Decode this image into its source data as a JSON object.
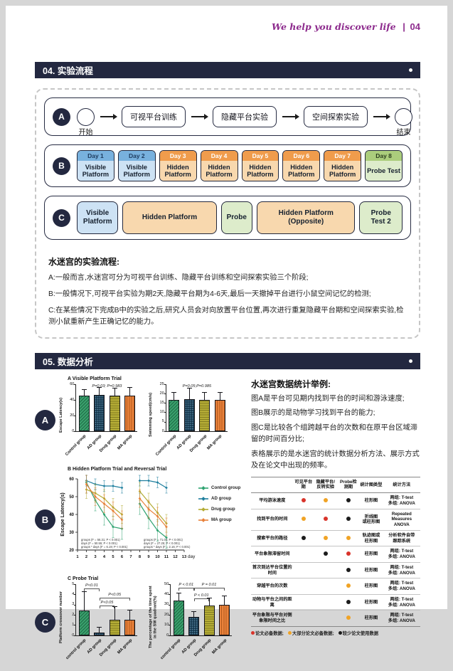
{
  "page": {
    "header_script": "We help you discover life",
    "header_sep": "|",
    "header_page": "04"
  },
  "section04": {
    "title": "04. 实验流程"
  },
  "section05": {
    "title": "05. 数据分析"
  },
  "flow": {
    "a": {
      "badge": "A",
      "start": "开始",
      "end": "结束",
      "steps": [
        "可视平台训练",
        "隐藏平台实验",
        "空间探索实验"
      ]
    },
    "b": {
      "badge": "B",
      "days": [
        {
          "day": "Day 1",
          "label": "Visible Platform",
          "type": "visible"
        },
        {
          "day": "Day 2",
          "label": "Visible Platform",
          "type": "visible"
        },
        {
          "day": "Day 3",
          "label": "Hidden Platform",
          "type": "hidden"
        },
        {
          "day": "Day 4",
          "label": "Hidden Platform",
          "type": "hidden"
        },
        {
          "day": "Day 5",
          "label": "Hidden Platform",
          "type": "hidden"
        },
        {
          "day": "Day 6",
          "label": "Hidden Platform",
          "type": "hidden"
        },
        {
          "day": "Day 7",
          "label": "Hidden Platform",
          "type": "hidden"
        },
        {
          "day": "Day 8",
          "label": "Probe Test",
          "type": "probe"
        }
      ]
    },
    "c": {
      "badge": "C",
      "blocks": [
        {
          "label": "Visible Platform",
          "type": "visible",
          "w": 1.15
        },
        {
          "label": "Hidden Platform",
          "type": "hidden",
          "w": 2.9
        },
        {
          "label": "Probe",
          "type": "probe",
          "w": 0.82
        },
        {
          "label": "Hidden Platform (Opposite)",
          "type": "hidden",
          "w": 3.05
        },
        {
          "label": "Probe Test 2",
          "type": "probe",
          "w": 1.2
        }
      ]
    }
  },
  "process_text": {
    "title": "水迷宫的实验流程:",
    "lines": [
      "A:一般而言,水迷宫可分为可视平台训练、隐藏平台训练和空间探索实验三个阶段;",
      "B:一般情况下,可视平台实验为期2天,隐藏平台期为4-6天,最后一天撤掉平台进行小鼠空间记忆的检测;",
      "C:在某些情况下完成B中的实验之后,研究人员会对向放置平台位置,再次进行重复隐藏平台期和空间探索实验,检测小鼠重新产生正确记忆的能力。"
    ]
  },
  "analysis_text": {
    "title": "水迷宫数据统计举例:",
    "lines": [
      "图A是平台可见期内找到平台的时间和游泳速度;",
      "图B展示的是动物学习找到平台的能力;",
      "图C是比较各个组跨越平台的次数和在原平台区域滞留的时间百分比;",
      "表格展示的是水迷宫的统计数据分析方法、展示方式及在论文中出现的频率。"
    ]
  },
  "group_styles": [
    {
      "name": "Control group",
      "fill": "#3aa06d",
      "line": "#1e6b45",
      "hatch": "diag"
    },
    {
      "name": "AD group",
      "fill": "#17394f",
      "line": "#5d89a4",
      "hatch": "dots"
    },
    {
      "name": "Drug group",
      "fill": "#b5ad36",
      "line": "#827c20",
      "hatch": "horiz"
    },
    {
      "name": "MA group",
      "fill": "#e9823c",
      "line": "#b2591c",
      "hatch": "vert"
    }
  ],
  "chart_data": [
    {
      "type": "bar",
      "panel": "A",
      "title": "A Visible Platform Trial",
      "categories": [
        "Control group",
        "AD group",
        "Drug group",
        "MA group"
      ],
      "subplots": [
        {
          "ylabel": "Escape Latency(s)",
          "ylim": [
            0,
            60
          ],
          "yticks": [
            0,
            20,
            40,
            60
          ],
          "annotation": "P=0.03; P=0.983",
          "values": [
            45,
            46,
            45,
            45
          ],
          "errors": [
            8,
            9,
            9,
            10
          ],
          "sig": []
        },
        {
          "ylabel": "Swimming speed(cm/s)",
          "ylim": [
            0,
            25
          ],
          "yticks": [
            0,
            5,
            10,
            15,
            20,
            25
          ],
          "annotation": "P=0.05;P=0.985",
          "values": [
            16.5,
            17,
            16.5,
            16.5
          ],
          "errors": [
            4,
            5.5,
            4,
            4
          ],
          "sig": []
        }
      ]
    },
    {
      "type": "line",
      "panel": "B",
      "title": "B Hidden Platform Trial and Reversal Trial",
      "ylabel": "Escape Latency(s)",
      "xlabel": "day",
      "ylim": [
        20,
        60
      ],
      "yticks": [
        20,
        30,
        40,
        50,
        60
      ],
      "xticks": [
        1,
        2,
        3,
        4,
        5,
        6,
        7,
        8,
        9,
        10,
        11,
        12,
        13
      ],
      "series": [
        {
          "name": "Control group",
          "color": "#2fa371",
          "x1": [
            2,
            3,
            4,
            5,
            6
          ],
          "y1": [
            58,
            48,
            40,
            33,
            32
          ],
          "x2": [
            8,
            9,
            10,
            11
          ],
          "y2": [
            46,
            38,
            31,
            27
          ],
          "err": 6
        },
        {
          "name": "AD group",
          "color": "#1f7f9e",
          "x1": [
            2,
            3,
            4,
            5,
            6
          ],
          "y1": [
            59,
            57,
            56,
            56,
            55
          ],
          "x2": [
            8,
            9,
            10,
            11
          ],
          "y2": [
            59,
            59,
            58,
            55
          ],
          "err": 3
        },
        {
          "name": "Drug group",
          "color": "#b3ab33",
          "x1": [
            2,
            3,
            4,
            5,
            6
          ],
          "y1": [
            54,
            52,
            49,
            44,
            40
          ],
          "x2": [
            8,
            9,
            10,
            11
          ],
          "y2": [
            53,
            47,
            41,
            35
          ],
          "err": 5
        },
        {
          "name": "MA group",
          "color": "#e8813a",
          "x1": [
            2,
            3,
            4,
            5,
            6
          ],
          "y1": [
            57,
            50,
            46,
            42,
            37
          ],
          "x2": [
            8,
            9,
            10,
            11
          ],
          "y2": [
            49,
            43,
            39,
            33
          ],
          "err": 5
        }
      ],
      "stats_left": [
        "groups (F = 56.31; P < 0.001)",
        "days (F = 50.55; P < 0.001)",
        "groups * days (F = 6.19; P < 0.001)"
      ],
      "stats_right": [
        "groups (F = 71.04; P < 0.001)",
        "days (F = 27.25; P < 0.001)",
        "groups * days (F = 2.16; P < 0.001)"
      ]
    },
    {
      "type": "bar",
      "panel": "C",
      "title": "C Probe Trial",
      "categories": [
        "control group",
        "AD group",
        "Drug group",
        "MA group"
      ],
      "subplots": [
        {
          "ylabel": "Platform crossover number",
          "ylim": [
            0,
            5
          ],
          "yticks": [
            0,
            1,
            2,
            3,
            4,
            5
          ],
          "annotation": "",
          "values": [
            2.4,
            0.3,
            1.5,
            1.5
          ],
          "errors": [
            1.8,
            0.45,
            1.25,
            0.95
          ],
          "sig": [
            {
              "a": 0,
              "b": 1,
              "label": "P<0.01",
              "h": 0.92
            },
            {
              "a": 1,
              "b": 3,
              "label": "P<0.05",
              "h": 0.74
            },
            {
              "a": 1,
              "b": 2,
              "label": "P<0.05",
              "h": 0.58
            }
          ]
        },
        {
          "ylabel": "The percentage of the time spent in the SW quadrant(%)",
          "ylim": [
            0,
            50
          ],
          "yticks": [
            0,
            10,
            20,
            30,
            40,
            50
          ],
          "annotation": "",
          "values": [
            34,
            18,
            29,
            30
          ],
          "errors": [
            7,
            5,
            7,
            8
          ],
          "sig": [
            {
              "a": 0,
              "b": 1,
              "label": "P < 0.01",
              "h": 0.93
            },
            {
              "a": 1,
              "b": 2,
              "label": "P < 0.01",
              "h": 0.72
            },
            {
              "a": 1,
              "b": 3,
              "label": "P = 0.01",
              "h": 0.93
            }
          ]
        }
      ]
    }
  ],
  "table": {
    "headers": [
      "",
      "可见平台期",
      "隐藏平台/反转实验",
      "Probe检测期",
      "统计图类型",
      "统计方法"
    ],
    "rows": [
      {
        "name": "平均游泳速度",
        "dots": [
          "red",
          "yellow",
          "black"
        ],
        "chart": [
          "柱形图"
        ],
        "method": [
          "两组: T-test",
          "多组: ANOVA"
        ]
      },
      {
        "name": "找到平台的时间",
        "dots": [
          "yellow",
          "red",
          "black"
        ],
        "chart": [
          "折线图",
          "或柱形图"
        ],
        "method": [
          "Repeated",
          "Measures ANOVA"
        ]
      },
      {
        "name": "搜索平台的路径",
        "dots": [
          "black",
          "yellow",
          "yellow"
        ],
        "chart": [
          "轨迹图或",
          "柱形图"
        ],
        "method": [
          "分析软件自带",
          "跟踪系统"
        ]
      },
      {
        "name": "平台象限滞留时间",
        "dots": [
          "",
          "black",
          "red"
        ],
        "chart": [
          "柱形图"
        ],
        "method": [
          "两组: T-test",
          "多组: ANOVA"
        ]
      },
      {
        "name": "首次到达平台位置的时间",
        "dots": [
          "",
          "",
          "black"
        ],
        "chart": [
          "柱形图"
        ],
        "method": [
          "两组: T-test",
          "多组: ANOVA"
        ]
      },
      {
        "name": "穿越平台的次数",
        "dots": [
          "",
          "",
          "yellow"
        ],
        "chart": [
          "柱形图"
        ],
        "method": [
          "两组: T-test",
          "多组: ANOVA"
        ]
      },
      {
        "name": "动物与平台之间的距离",
        "dots": [
          "",
          "",
          "black"
        ],
        "chart": [
          "柱形图"
        ],
        "method": [
          "两组: T-test",
          "多组: ANOVA"
        ]
      },
      {
        "name": "平台象限与平台对侧象限时间之比",
        "dots": [
          "",
          "",
          "yellow"
        ],
        "chart": [
          "柱形图"
        ],
        "method": [
          "两组: T-test",
          "多组: ANOVA"
        ]
      }
    ],
    "legend": [
      {
        "color": "red",
        "label": "论文必备数据;"
      },
      {
        "color": "yellow",
        "label": "大部分论文必备数据;"
      },
      {
        "color": "black",
        "label": "较少论文使用数据"
      }
    ]
  },
  "colors": {
    "accent_purple": "#8d2b8d",
    "section_bar": "#232840",
    "dot_red": "#d9342b",
    "dot_yellow": "#f0a325",
    "dot_black": "#1c1c1c",
    "visible_header": "#78b1de",
    "visible_body": "#cde2f4",
    "hidden_header": "#f09c4c",
    "hidden_body": "#f8d8ae",
    "probe_header": "#abcd7c",
    "probe_body": "#ddeccb",
    "visible_header_text": "#1c3a5e",
    "hidden_header_text": "#ffffff",
    "probe_header_text": "#2c3e1e"
  }
}
